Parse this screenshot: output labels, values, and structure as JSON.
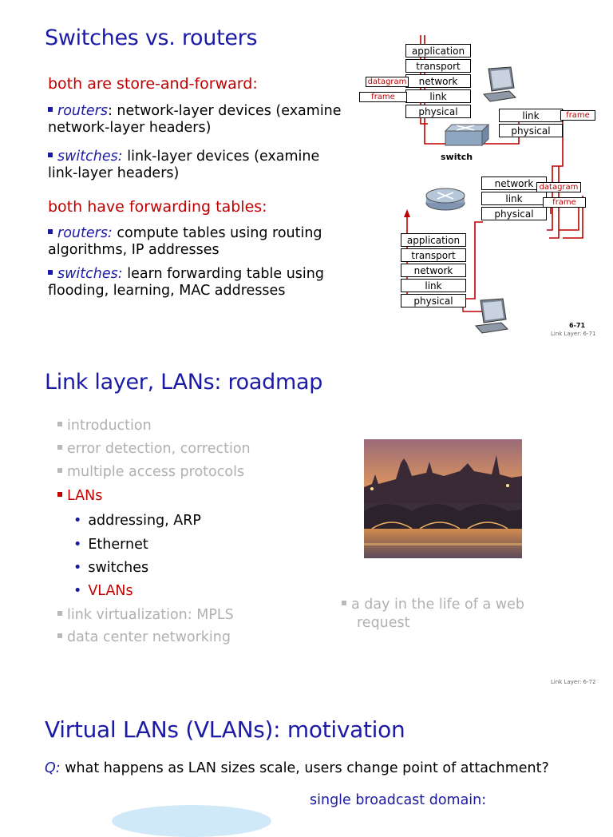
{
  "slide1": {
    "title": "Switches vs. routers",
    "heading1": "both are store-and-forward:",
    "b1_em": "routers",
    "b1_rest": ": network-layer devices (examine network-layer headers)",
    "b2_em": "switches:",
    "b2_rest": " link-layer devices (examine link-layer headers)",
    "heading2": "both have forwarding tables:",
    "b3_em": "routers:",
    "b3_rest": " compute tables using routing algorithms, IP addresses",
    "b4_em": "switches:",
    "b4_rest": " learn forwarding table using flooding, learning, MAC addresses",
    "diagram": {
      "top_stack": [
        "application",
        "transport",
        "network",
        "link",
        "physical"
      ],
      "switch_stack": [
        "link",
        "physical"
      ],
      "router_stack": [
        "network",
        "link",
        "physical"
      ],
      "bottom_stack": [
        "application",
        "transport",
        "network",
        "link",
        "physical"
      ],
      "datagram": "datagram",
      "frame": "frame",
      "switch_label": "switch",
      "page_num": "6-71"
    },
    "footer": "Link Layer: 6-71"
  },
  "slide2": {
    "title": "Link layer, LANs: roadmap",
    "items_grey_top": [
      "introduction",
      "error detection, correction",
      "multiple access protocols"
    ],
    "lans": "LANs",
    "sub_items": [
      "addressing, ARP",
      "Ethernet",
      "switches"
    ],
    "vlans": "VLANs",
    "items_grey_bottom": [
      "link virtualization: MPLS",
      "data center networking"
    ],
    "right_item": "a day in the life of a web request",
    "footer": "Link Layer: 6-72"
  },
  "slide3": {
    "title": "Virtual LANs (VLANs): motivation",
    "q_em": "Q:",
    "q_rest": " what happens as LAN sizes scale, users change point of attachment?",
    "sub_heading": "single broadcast domain:"
  },
  "colors": {
    "title_blue": "#1a1aa6",
    "accent_red": "#c00000",
    "grey_text": "#b0b0b0"
  }
}
